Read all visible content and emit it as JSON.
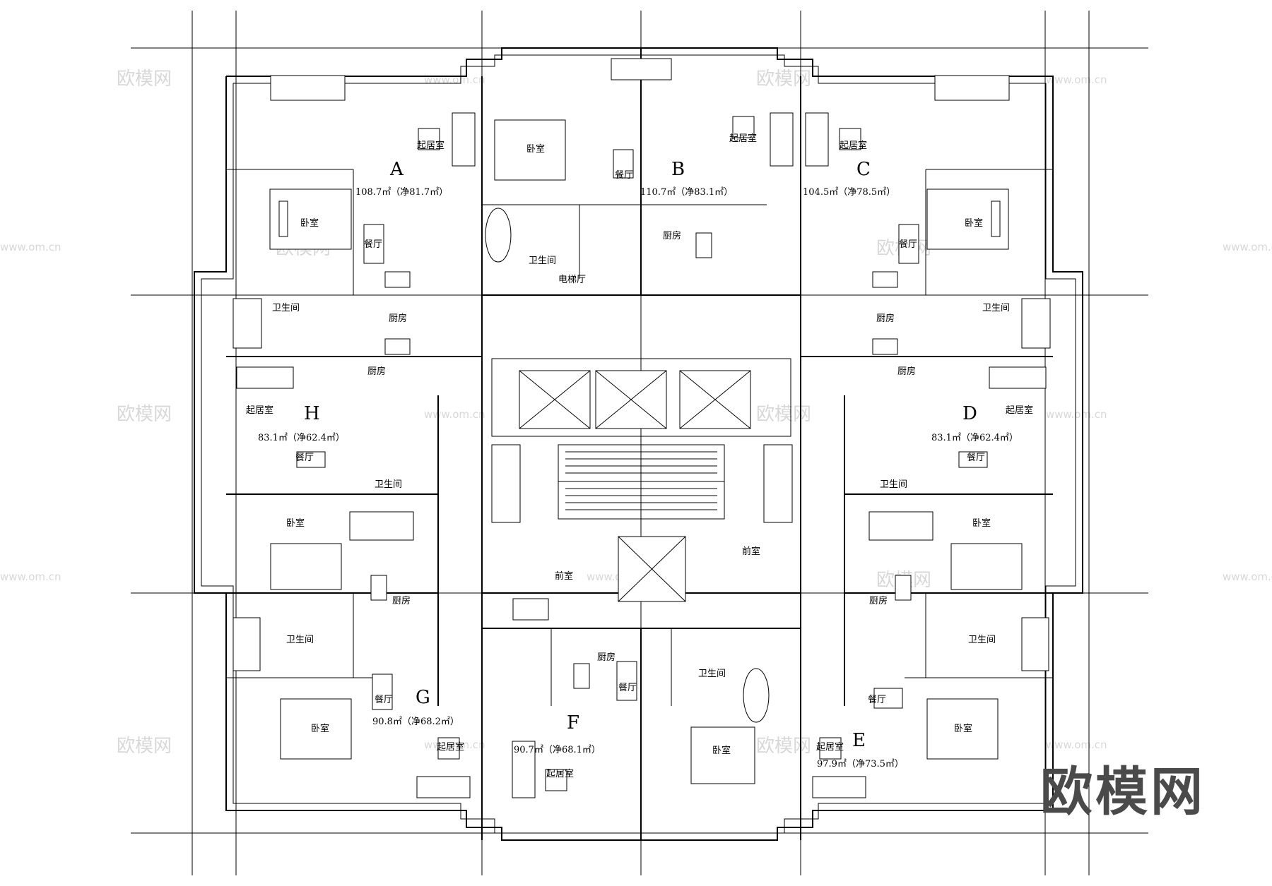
{
  "logo": "欧模网",
  "watermark": {
    "text": "欧模网",
    "url": "www.om.cn"
  },
  "units": [
    {
      "id": "A",
      "area": "108.7㎡（净81.7㎡）"
    },
    {
      "id": "B",
      "area": "110.7㎡（净83.1㎡）"
    },
    {
      "id": "C",
      "area": "104.5㎡（净78.5㎡）"
    },
    {
      "id": "D",
      "area": "83.1㎡（净62.4㎡）"
    },
    {
      "id": "E",
      "area": "97.9㎡（净73.5㎡）"
    },
    {
      "id": "F",
      "area": "90.7㎡（净68.1㎡）"
    },
    {
      "id": "G",
      "area": "90.8㎡（净68.2㎡）"
    },
    {
      "id": "H",
      "area": "83.1㎡（净62.4㎡）"
    }
  ],
  "rooms": {
    "living": "起居室",
    "bedroom": "卧室",
    "dining": "餐厅",
    "bathroom": "卫生间",
    "kitchen": "厨房",
    "elevator_hall": "电梯厅",
    "anteroom": "前室"
  }
}
